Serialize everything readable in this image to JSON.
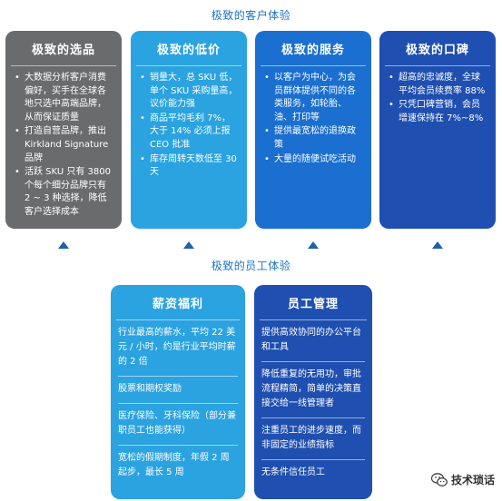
{
  "customer_title": "极致的客户体验",
  "employee_title": "极致的员工体验",
  "colors": {
    "grey": "#6a6b6d",
    "light_blue": "#2aa3e0",
    "mid_blue": "#1a6fd0",
    "dark_blue": "#1f4fb0"
  },
  "customer_cards": [
    {
      "title": "极致的选品",
      "items": [
        "大数据分析客户消费偏好，买手在全球各地只选中高端品牌，从而保证质量",
        "打造自营品牌，推出Kirkland Signature品牌",
        "活跃 SKU 只有 3800个每个细分品牌只有 2 ~ 3 种选择，降低客户选择成本"
      ]
    },
    {
      "title": "极致的低价",
      "items": [
        "销量大，总 SKU 低，单个 SKU 采购量高，议价能力强",
        "商品平均毛利 7%，大于 14% 必须上报 CEO 批准",
        "库存周转天数低至 30 天"
      ]
    },
    {
      "title": "极致的服务",
      "items": [
        "以客户为中心，为会员群体提供不同的各类服务，如轮胎、油、打印等",
        "提供最宽松的退换政策",
        "大量的随便试吃活动"
      ]
    },
    {
      "title": "极致的口碑",
      "items": [
        "超高的忠诚度，全球平均会员续费率 88%",
        "只凭口碑营销，会员增速保持在 7%~8%"
      ]
    }
  ],
  "employee_cards": [
    {
      "title": "薪资福利",
      "items": [
        "行业最高的薪水，平均 22 美元 / 小时，约是行业平均时薪的 2 倍",
        "股票和期权奖励",
        "医疗保险、牙科保险（部分兼职员工也能获得）",
        "宽松的假期制度，年假 2 周起步，最长 5 周"
      ]
    },
    {
      "title": "员工管理",
      "items": [
        "提供高效协同的办公平台和工具",
        "降低重复的无用功，审批流程精简，简单的决策直接交给一线管理者",
        "注重员工的进步速度，而非固定的业绩指标",
        "无条件信任员工"
      ]
    }
  ],
  "watermark": "技术琐话"
}
